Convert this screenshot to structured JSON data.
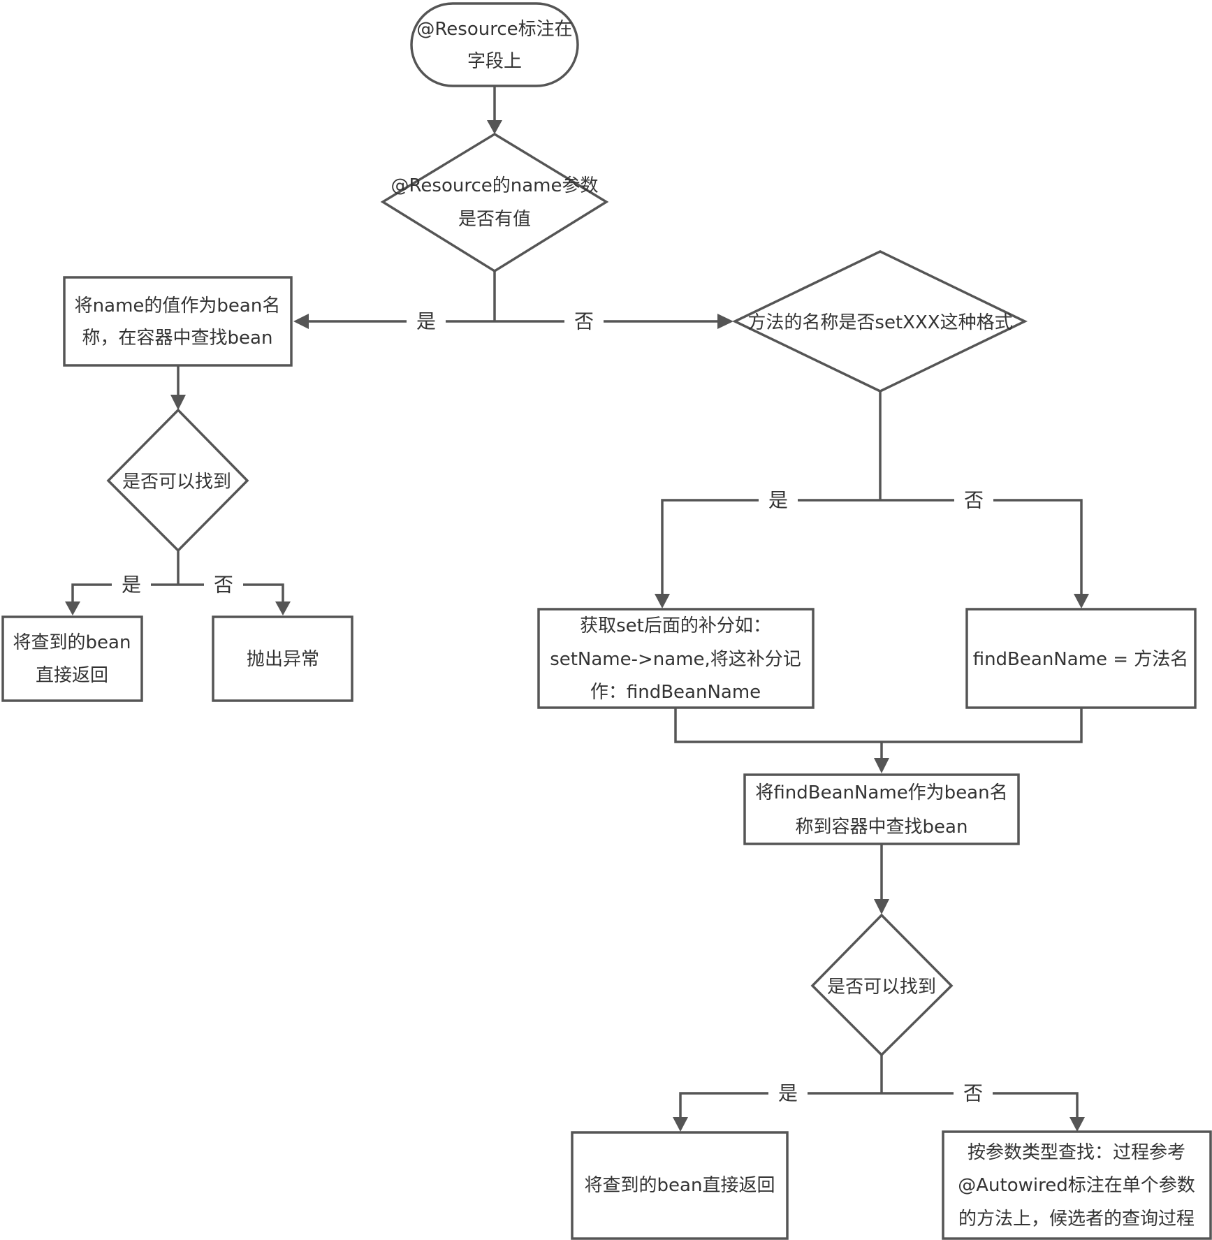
{
  "nodes": {
    "start": [
      "@Resource标注在",
      "字段上"
    ],
    "has_name": [
      "@Resource的name参数",
      "是否有值"
    ],
    "use_name": [
      "将name的值作为bean名",
      "称，在容器中查找bean"
    ],
    "found1": [
      "是否可以找到"
    ],
    "return1": [
      "将查到的bean",
      "直接返回"
    ],
    "throw": [
      "抛出异常"
    ],
    "is_setter": [
      "方法的名称是否setXXX这种格式"
    ],
    "setter_suffix": [
      "获取set后面的补分如：",
      "setName->name,将这补分记",
      "作：findBeanName"
    ],
    "method_name": [
      "findBeanName = 方法名"
    ],
    "lookup": [
      "将findBeanName作为bean名",
      "称到容器中查找bean"
    ],
    "found2": [
      "是否可以找到"
    ],
    "return2": [
      "将查到的bean直接返回"
    ],
    "by_type": [
      "按参数类型查找：过程参考",
      "@Autowired标注在单个参数",
      "的方法上，候选者的查询过程"
    ]
  },
  "edge_labels": {
    "has_name_yes": "是",
    "has_name_no": "否",
    "found1_yes": "是",
    "found1_no": "否",
    "is_setter_yes": "是",
    "is_setter_no": "否",
    "found2_yes": "是",
    "found2_no": "否"
  }
}
